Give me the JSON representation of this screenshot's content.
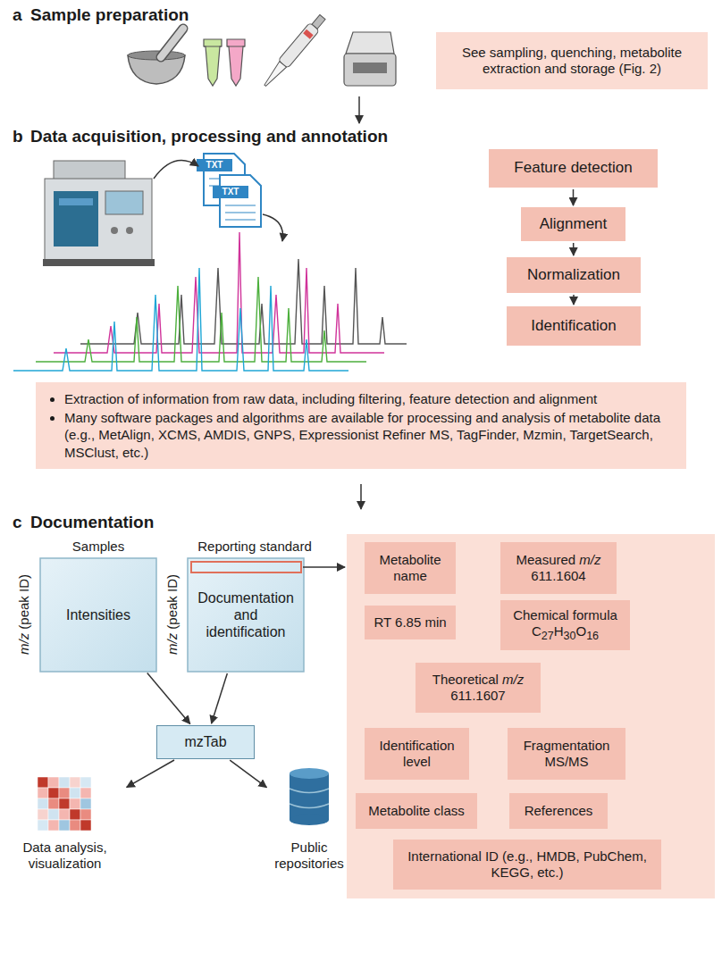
{
  "diagram": {
    "nodes": [
      {
        "text": [
          "See sampling, quenching, metabolite extraction and storage (Fig. 2)"
        ]
      },
      {
        "text": [
          "Feature detection"
        ]
      },
      {
        "text": [
          "Alignment"
        ]
      },
      {
        "text": [
          "Normalization"
        ]
      },
      {
        "text": [
          "Identification"
        ]
      },
      {
        "text": [
          "Extraction of information from raw data, including filtering, feature detection and alignment",
          "Many software packages and algorithms are available for processing and analysis of metabolite data (e.g., MetAlign, XCMS, AMDIS, GNPS, Expressionist Refiner MS, TagFinder, Mzmin, TargetSearch, MSClust, etc.)"
        ]
      },
      {
        "text": [
          "Intensities"
        ]
      },
      {
        "text": [
          "Documentation and identification"
        ]
      },
      {
        "text": [
          "mzTab"
        ]
      },
      {
        "text": [
          "Data analysis, visualization"
        ]
      },
      {
        "text": [
          "Public repositories"
        ]
      },
      {
        "text": [
          "Metabolite name"
        ]
      },
      {
        "text": [
          "Measured m/z 611.1604"
        ]
      },
      {
        "text": [
          "RT 6.85 min"
        ]
      },
      {
        "text": [
          "Chemical formula C27H30O16"
        ]
      },
      {
        "text": [
          "Theoretical m/z 611.1607"
        ]
      },
      {
        "text": [
          "Identification level"
        ]
      },
      {
        "text": [
          "Fragmentation MS/MS"
        ]
      },
      {
        "text": [
          "Metabolite class"
        ]
      },
      {
        "text": [
          "References"
        ]
      },
      {
        "text": [
          "International ID (e.g., HMDB, PubChem, KEGG, etc.)"
        ]
      }
    ],
    "edges": [
      {
        "from": 1,
        "to": 2,
        "arrow": "to"
      },
      {
        "from": 2,
        "to": 3,
        "arrow": "to"
      },
      {
        "from": 3,
        "to": 4,
        "arrow": "to"
      },
      {
        "from": 6,
        "to": 8,
        "arrow": "to"
      },
      {
        "from": 7,
        "to": 8,
        "arrow": "to"
      },
      {
        "from": 8,
        "to": 9,
        "arrow": "to"
      },
      {
        "from": 8,
        "to": 10,
        "arrow": "to"
      }
    ],
    "labels": [
      "a",
      "Sample preparation",
      "b",
      "Data acquisition, processing and annotation",
      "TXT",
      "TXT",
      "c",
      "Documentation",
      "Samples",
      "Reporting standard",
      "m/z (peak ID)",
      "m/z (peak ID)"
    ]
  }
}
